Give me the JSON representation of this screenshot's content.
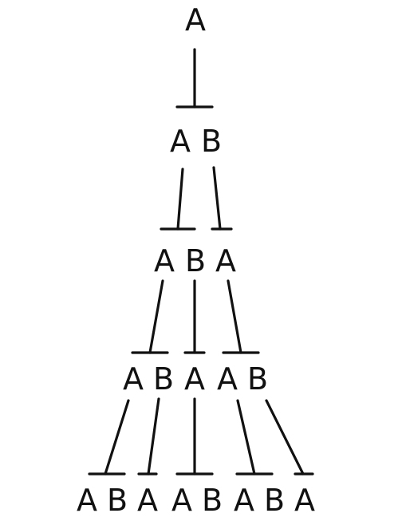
{
  "rows": [
    [
      "A"
    ],
    [
      "A",
      "B"
    ],
    [
      "A",
      "B",
      "A"
    ],
    [
      "A",
      "B",
      "A",
      "A",
      "B"
    ],
    [
      "A",
      "B",
      "A",
      "A",
      "B",
      "A",
      "B",
      "A"
    ]
  ]
}
